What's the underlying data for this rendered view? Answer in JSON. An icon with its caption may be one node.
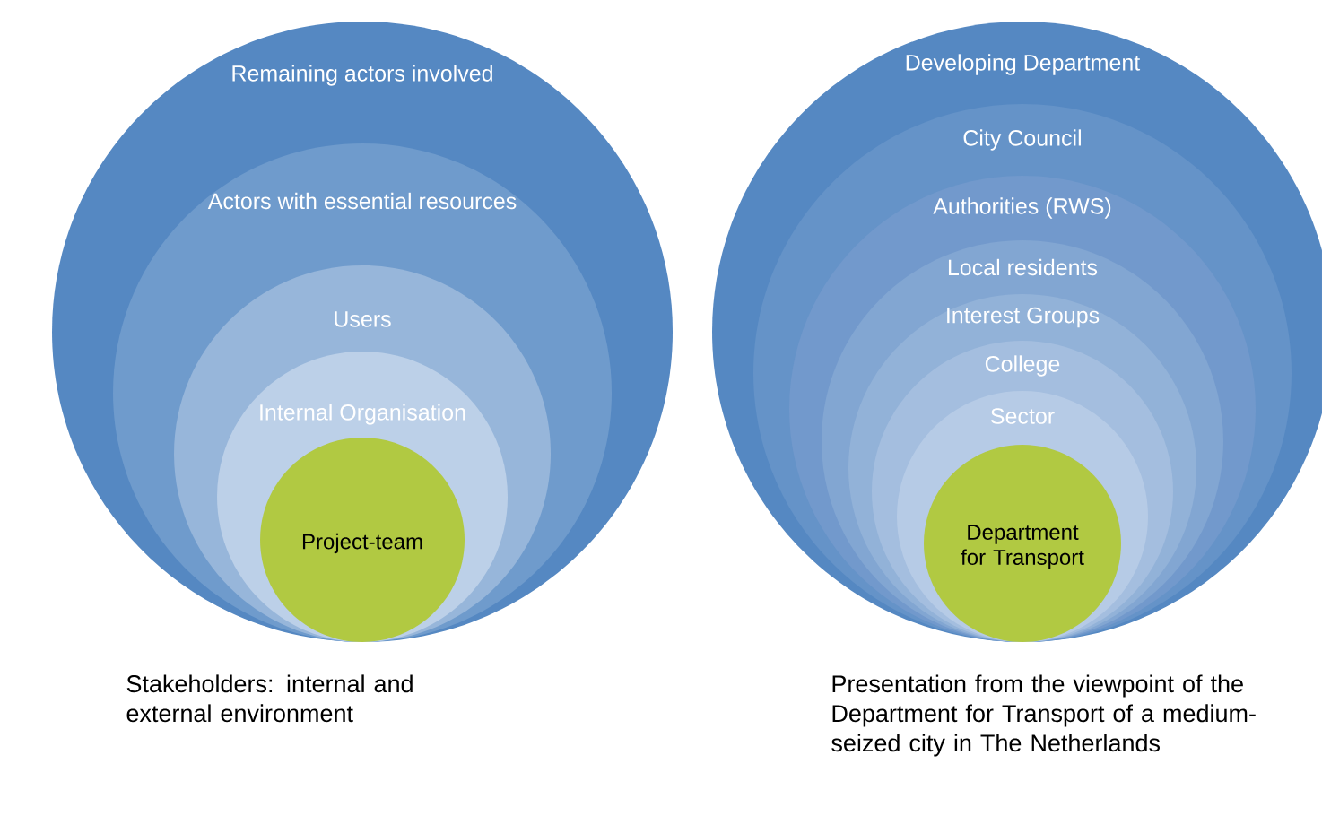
{
  "diagram": {
    "nodes": [
      {
        "text": [
          "Remaining actors involved"
        ]
      },
      {
        "text": [
          "Actors with essential resources"
        ],
        "in": 0
      },
      {
        "text": [
          "Users"
        ],
        "in": 1
      },
      {
        "text": [
          "Internal Organisation"
        ],
        "in": 2
      },
      {
        "text": [
          "Project-team"
        ],
        "in": 3
      },
      {
        "text": [
          "Developing Department"
        ]
      },
      {
        "text": [
          "City Council"
        ],
        "in": 5
      },
      {
        "text": [
          "Authorities (RWS)"
        ],
        "in": 6
      },
      {
        "text": [
          "Local residents"
        ],
        "in": 7
      },
      {
        "text": [
          "Interest Groups"
        ],
        "in": 8
      },
      {
        "text": [
          "College"
        ],
        "in": 9
      },
      {
        "text": [
          "Sector"
        ],
        "in": 10
      },
      {
        "text": [
          "Department for Transport"
        ],
        "in": 11
      }
    ],
    "labels": [
      "Stakeholders: internal and external environment",
      "Presentation from the viewpoint of the Department for Transport of a medium-seized city in The Netherlands"
    ]
  }
}
